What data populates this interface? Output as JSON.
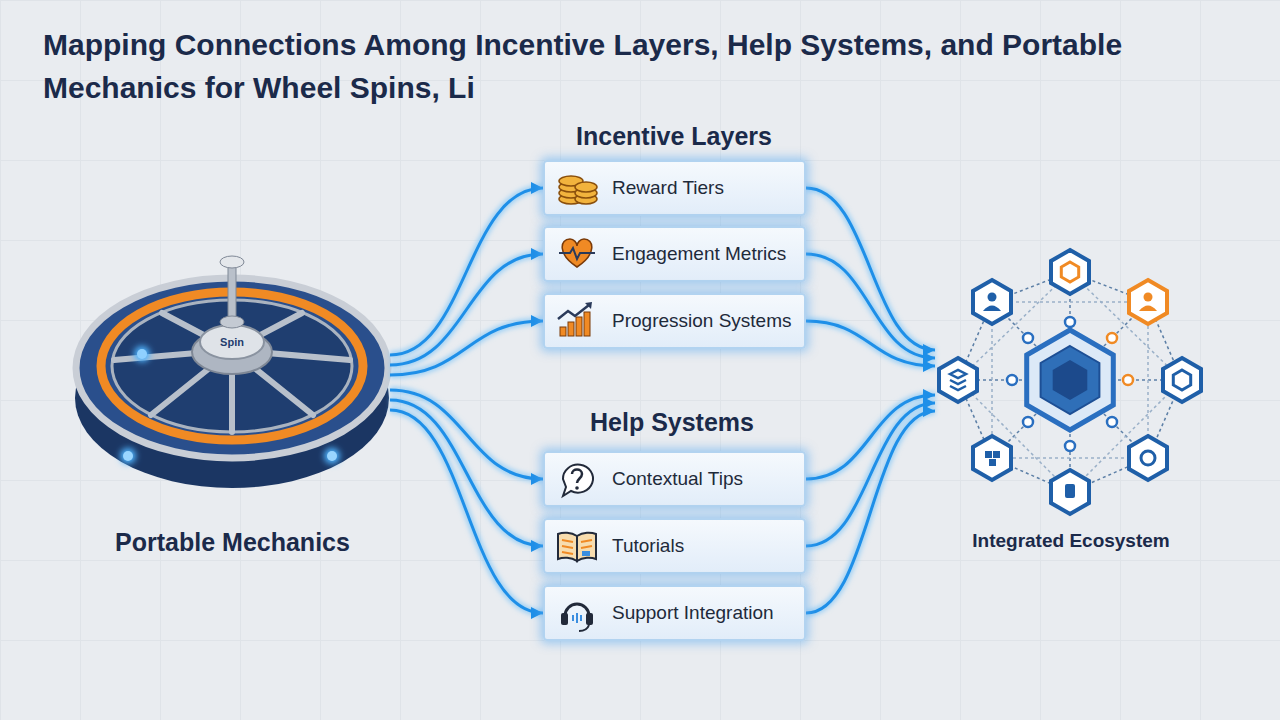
{
  "diagram": {
    "title": "Mapping Connections Among Incentive Layers, Help Systems, and Portable Mechanics for Wheel Spins, Li",
    "nodes": [
      {
        "text": [
          "Portable Mechanics"
        ]
      },
      {
        "text": [
          "Reward Tiers"
        ]
      },
      {
        "text": [
          "Engagement Metrics"
        ]
      },
      {
        "text": [
          "Progression Systems"
        ]
      },
      {
        "text": [
          "Contextual Tips"
        ]
      },
      {
        "text": [
          "Tutorials"
        ]
      },
      {
        "text": [
          "Support Integration"
        ]
      },
      {
        "text": [
          "Integrated Ecosystem"
        ]
      }
    ],
    "edges": [
      {
        "from": 0,
        "to": 1,
        "arrow": "to"
      },
      {
        "from": 0,
        "to": 2,
        "arrow": "to"
      },
      {
        "from": 0,
        "to": 3,
        "arrow": "to"
      },
      {
        "from": 0,
        "to": 4,
        "arrow": "to"
      },
      {
        "from": 0,
        "to": 5,
        "arrow": "to"
      },
      {
        "from": 0,
        "to": 6,
        "arrow": "to"
      },
      {
        "from": 1,
        "to": 7,
        "arrow": "to"
      },
      {
        "from": 2,
        "to": 7,
        "arrow": "to"
      },
      {
        "from": 3,
        "to": 7,
        "arrow": "to"
      },
      {
        "from": 4,
        "to": 7,
        "arrow": "to"
      },
      {
        "from": 5,
        "to": 7,
        "arrow": "to"
      },
      {
        "from": 6,
        "to": 7,
        "arrow": "to"
      }
    ],
    "labels": [
      "Spin",
      "Incentive Layers",
      "Help Systems"
    ]
  }
}
